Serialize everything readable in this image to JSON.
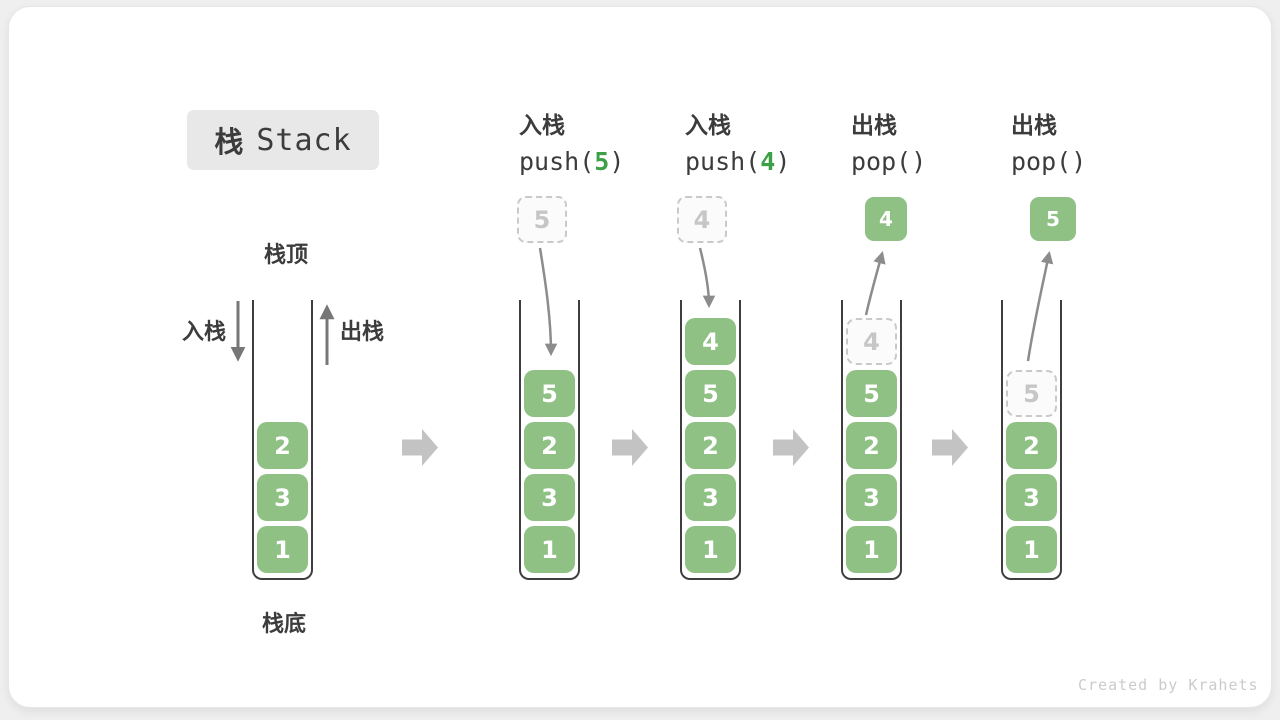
{
  "title": {
    "cjk": "栈",
    "latin": "Stack"
  },
  "labels": {
    "stack_top": "栈顶",
    "stack_bottom": "栈底",
    "push": "入栈",
    "pop": "出栈"
  },
  "ops": [
    {
      "label": "入栈",
      "code_pre": "push(",
      "code_arg": "5",
      "code_post": ")"
    },
    {
      "label": "入栈",
      "code_pre": "push(",
      "code_arg": "4",
      "code_post": ")"
    },
    {
      "label": "出栈",
      "code_pre": "pop(",
      "code_arg": "",
      "code_post": ")"
    },
    {
      "label": "出栈",
      "code_pre": "pop(",
      "code_arg": "",
      "code_post": ")"
    }
  ],
  "floats": [
    {
      "value": "5",
      "style": "ghost"
    },
    {
      "value": "4",
      "style": "ghost"
    },
    {
      "value": "4",
      "style": "solid"
    },
    {
      "value": "5",
      "style": "solid"
    }
  ],
  "stacks": [
    {
      "cells": [
        {
          "v": "2"
        },
        {
          "v": "3"
        },
        {
          "v": "1"
        }
      ]
    },
    {
      "cells": [
        {
          "v": "5"
        },
        {
          "v": "2"
        },
        {
          "v": "3"
        },
        {
          "v": "1"
        }
      ]
    },
    {
      "cells": [
        {
          "v": "4"
        },
        {
          "v": "5"
        },
        {
          "v": "2"
        },
        {
          "v": "3"
        },
        {
          "v": "1"
        }
      ]
    },
    {
      "cells": [
        {
          "v": "4",
          "ghost": true
        },
        {
          "v": "5"
        },
        {
          "v": "2"
        },
        {
          "v": "3"
        },
        {
          "v": "1"
        }
      ]
    },
    {
      "cells": [
        {
          "v": "5",
          "ghost": true
        },
        {
          "v": "2"
        },
        {
          "v": "3"
        },
        {
          "v": "1"
        }
      ]
    }
  ],
  "watermark": "Created by Krahets",
  "colors": {
    "cell_green": "#8FC084",
    "accent_green": "#3DA047",
    "text_dark": "#3C3C3C",
    "ghost_gray": "#C6C6C6",
    "curve_arrow_gray": "#8C8C8C",
    "direction_arrow_gray": "#777777",
    "step_arrow_gray": "#C3C3C3"
  }
}
